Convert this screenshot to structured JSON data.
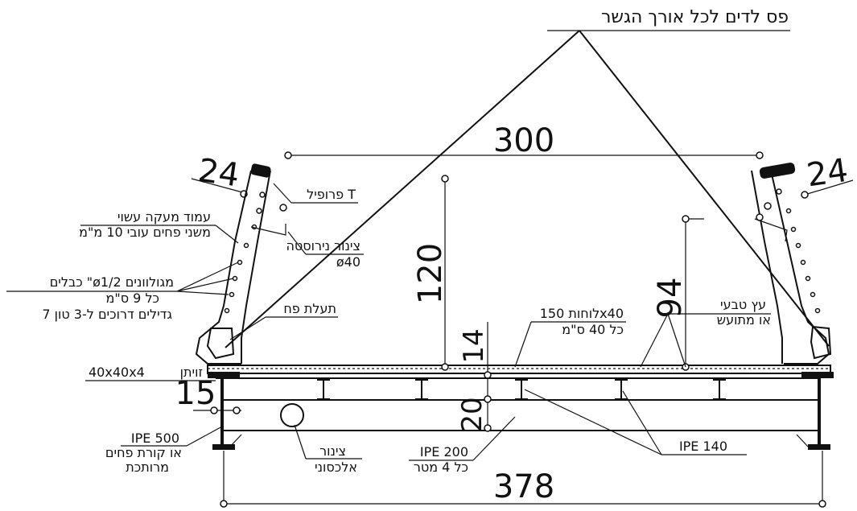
{
  "title_label": "פס לדים לכל אורך הגשר",
  "dimensions": {
    "width_top": "300",
    "width_bottom": "378",
    "height_rail": "120",
    "height_inner": "94",
    "deck_thickness": "14",
    "beam_depth": "20",
    "side_gap": "15",
    "angle_left": "24",
    "angle_right": "24"
  },
  "labels": {
    "t_profile": "פרופיל T",
    "post_line1": "עמוד מעקה עשוי",
    "post_line2": "משני פחים עובי 10 מ\"מ",
    "pipe_line1": "צינור נירוסטה",
    "pipe_line2": "ø40",
    "cables_line1": "כבלים \"ø1/2 מגולוונים",
    "cables_line2": "כל 9 ס\"מ",
    "cables_line3": "7 גדילים דרוכים ל-3 טון",
    "channel": "תעלת פח",
    "wood_line1": "עץ טבעי",
    "wood_line2": "או מתועש",
    "boards_line1": "לוחות 150x40",
    "boards_line2": "כל 40 ס\"מ",
    "angle_profile": "40x40x4",
    "angle_name": "זויתן",
    "ipe500_line1": "IPE 500",
    "ipe500_line2": "או קורת פחים",
    "ipe500_line3": "מרותכת",
    "diag_pipe_line1": "צינור",
    "diag_pipe_line2": "אלכסוני",
    "ipe200_line1": "IPE 200",
    "ipe200_line2": "כל 4 מטר",
    "ipe140": "IPE 140"
  }
}
